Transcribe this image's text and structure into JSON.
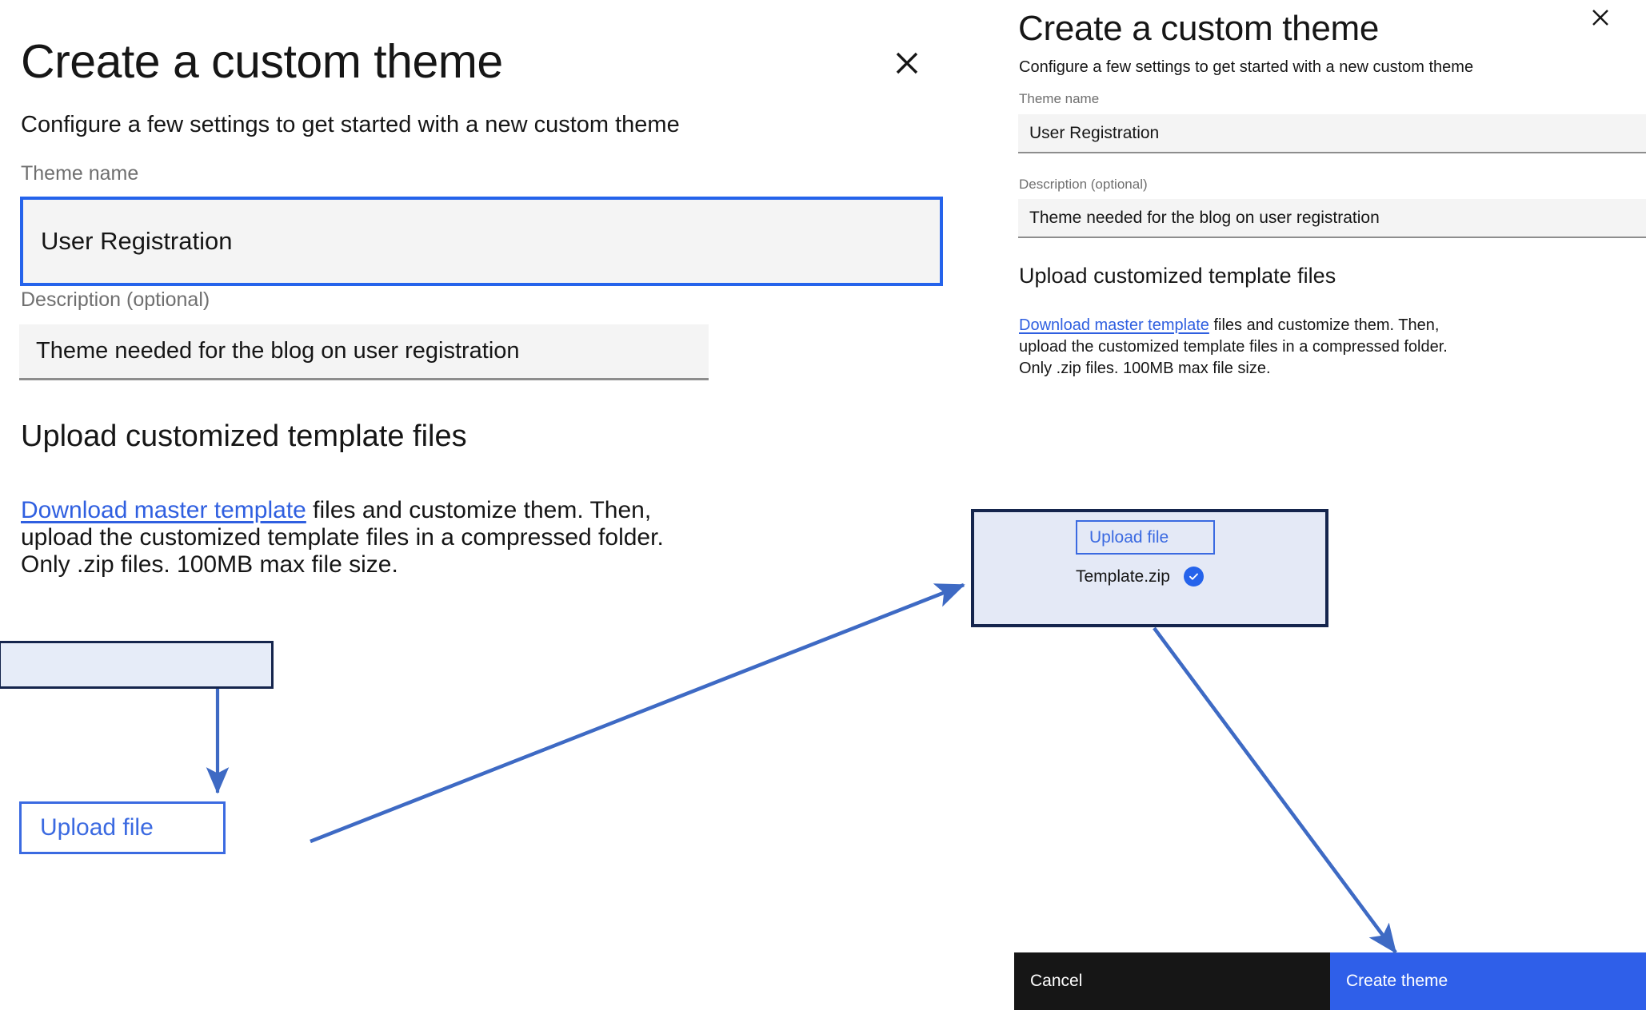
{
  "modal": {
    "title": "Create a custom theme",
    "subtitle": "Configure a few settings to get started with a new custom theme",
    "close_label": "×",
    "fields": {
      "theme_name": {
        "label": "Theme name",
        "value": "User Registration"
      },
      "description": {
        "label": "Description (optional)",
        "value": "Theme needed for the blog on user registration"
      }
    },
    "upload_section": {
      "heading": "Upload customized template files",
      "link_text": "Download master template",
      "help_text": " files and customize them. Then, upload the customized template files in a compressed folder. Only .zip files. 100MB max file size.",
      "upload_button_label": "Upload file",
      "uploaded_file": {
        "name": "Template.zip",
        "status": "complete",
        "check_glyph": "✓"
      }
    },
    "footer": {
      "cancel_label": "Cancel",
      "create_label": "Create theme"
    }
  },
  "annotations": {
    "highlight_border_color": "#15254d",
    "highlight_fill_color": "#e4e9f6",
    "arrow_color": "#3e6ac4",
    "accent_blue": "#2f5fe9",
    "link_blue": "#2f5fe0",
    "field_bg": "#f4f4f4",
    "field_underline": "#8d8d8d",
    "text_color": "#161616",
    "label_color": "#6f6f6f"
  }
}
